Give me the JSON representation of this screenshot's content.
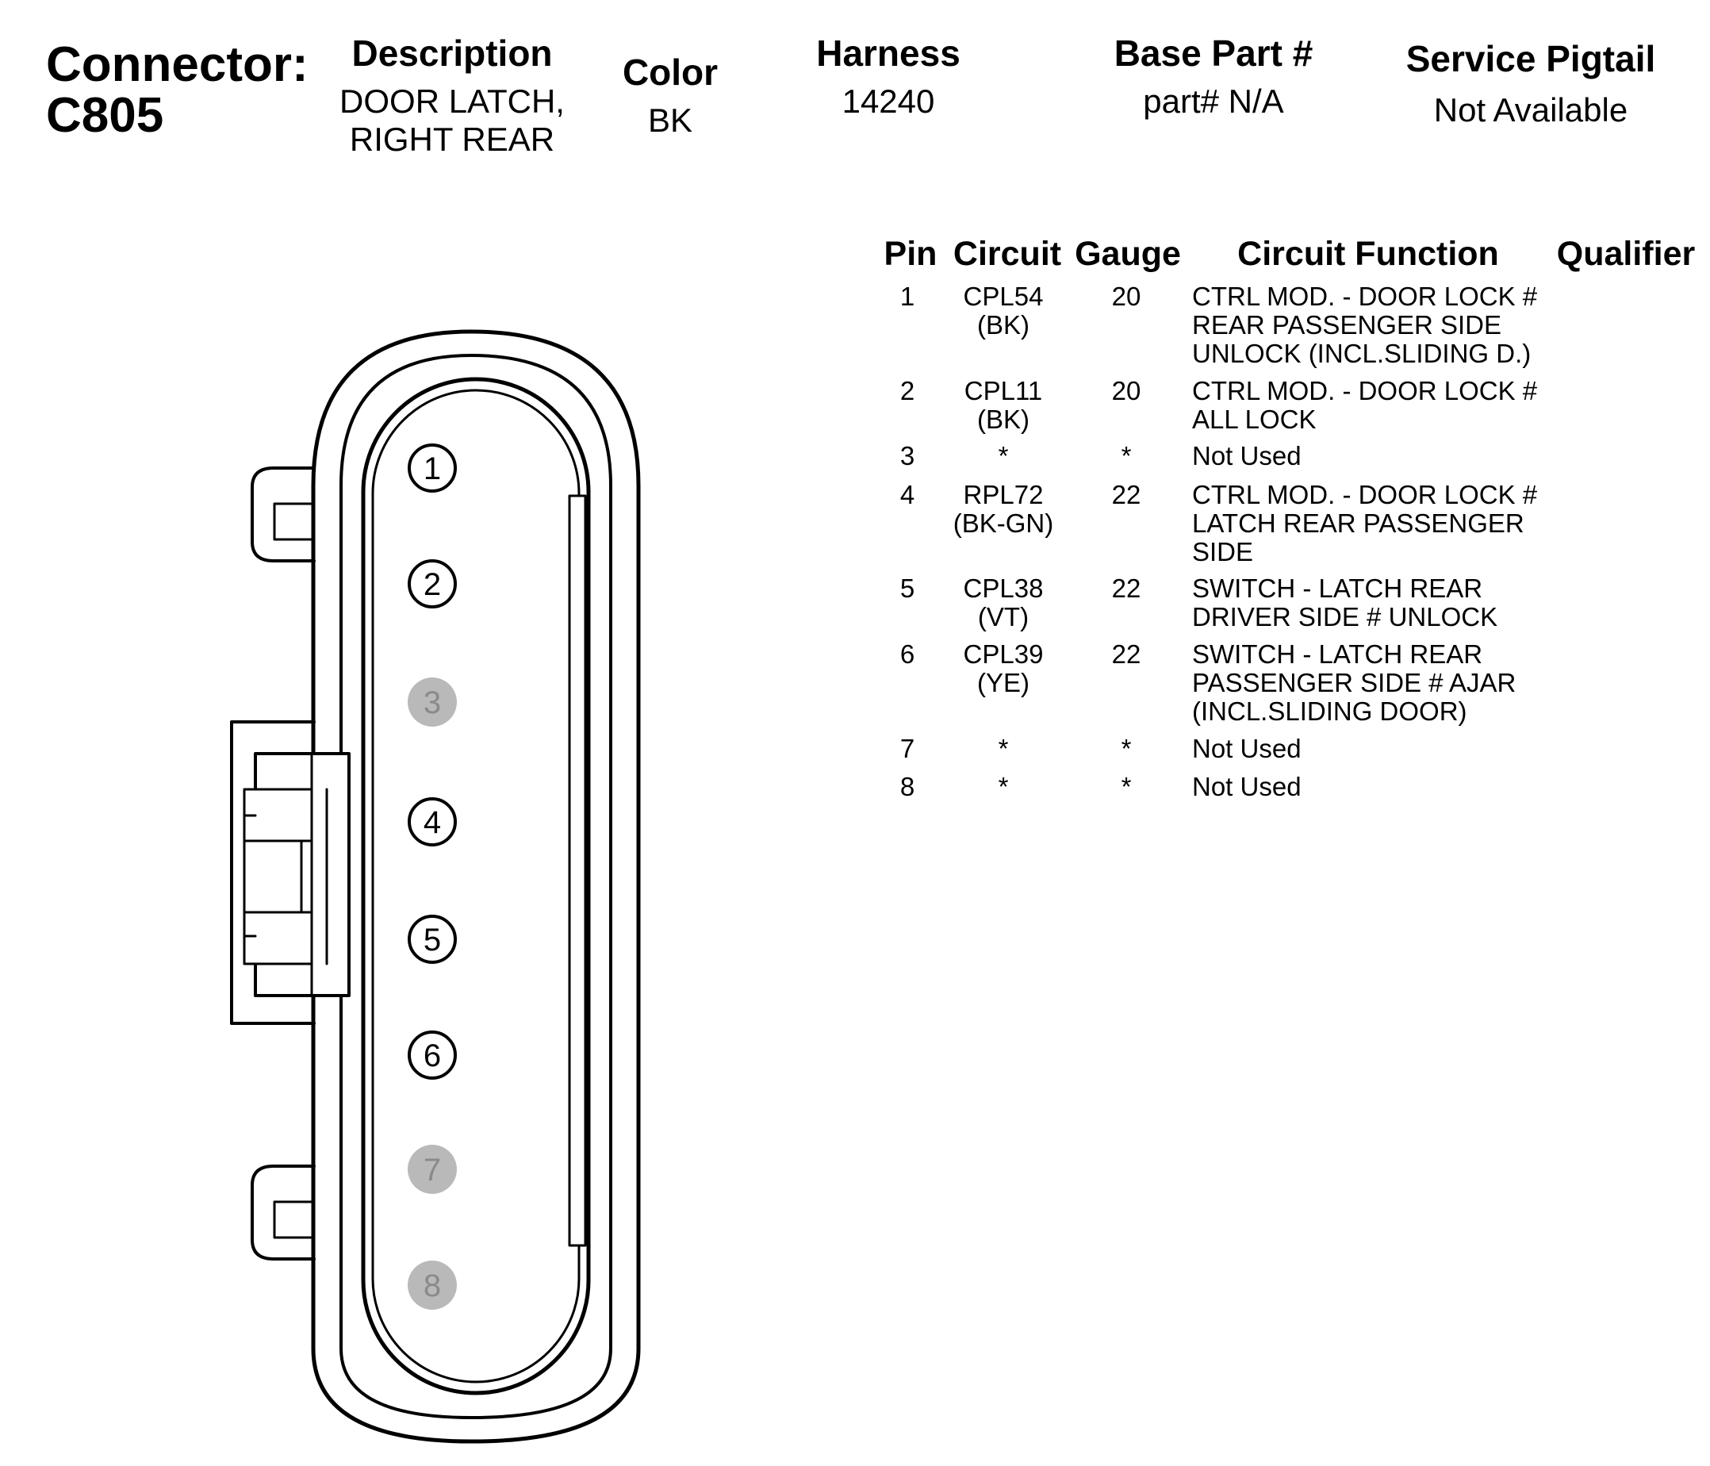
{
  "connector": {
    "label": "Connector:",
    "id": "C805"
  },
  "header": {
    "description_label": "Description",
    "description_lines": [
      "DOOR LATCH,",
      "RIGHT REAR"
    ],
    "color_label": "Color",
    "color_value": "BK",
    "harness_label": "Harness",
    "harness_value": "14240",
    "base_part_label": "Base Part #",
    "base_part_value": "part# N/A",
    "pigtail_label": "Service Pigtail",
    "pigtail_value": "Not Available"
  },
  "table": {
    "headers": [
      "Pin",
      "Circuit",
      "Gauge",
      "Circuit Function",
      "Qualifier"
    ],
    "rows": [
      {
        "pin": "1",
        "circuit": [
          "CPL54",
          "(BK)"
        ],
        "gauge": "20",
        "function": [
          "CTRL MOD. - DOOR LOCK #",
          "REAR PASSENGER SIDE",
          "UNLOCK (INCL.SLIDING D.)"
        ],
        "qualifier": ""
      },
      {
        "pin": "2",
        "circuit": [
          "CPL11",
          "(BK)"
        ],
        "gauge": "20",
        "function": [
          "CTRL MOD. - DOOR LOCK #",
          "ALL LOCK"
        ],
        "qualifier": ""
      },
      {
        "pin": "3",
        "circuit": [
          "*"
        ],
        "gauge": "*",
        "function": [
          "Not Used"
        ],
        "qualifier": ""
      },
      {
        "pin": "4",
        "circuit": [
          "RPL72",
          "(BK-GN)"
        ],
        "gauge": "22",
        "function": [
          "CTRL MOD. - DOOR LOCK #",
          "LATCH REAR PASSENGER",
          "SIDE"
        ],
        "qualifier": ""
      },
      {
        "pin": "5",
        "circuit": [
          "CPL38",
          "(VT)"
        ],
        "gauge": "22",
        "function": [
          "SWITCH - LATCH REAR",
          "DRIVER SIDE # UNLOCK"
        ],
        "qualifier": ""
      },
      {
        "pin": "6",
        "circuit": [
          "CPL39",
          "(YE)"
        ],
        "gauge": "22",
        "function": [
          "SWITCH - LATCH REAR",
          "PASSENGER SIDE # AJAR",
          "(INCL.SLIDING DOOR)"
        ],
        "qualifier": ""
      },
      {
        "pin": "7",
        "circuit": [
          "*"
        ],
        "gauge": "*",
        "function": [
          "Not Used"
        ],
        "qualifier": ""
      },
      {
        "pin": "8",
        "circuit": [
          "*"
        ],
        "gauge": "*",
        "function": [
          "Not Used"
        ],
        "qualifier": ""
      }
    ]
  },
  "diagram": {
    "pins": [
      {
        "number": "1",
        "used": true
      },
      {
        "number": "2",
        "used": true
      },
      {
        "number": "3",
        "used": false
      },
      {
        "number": "4",
        "used": true
      },
      {
        "number": "5",
        "used": true
      },
      {
        "number": "6",
        "used": true
      },
      {
        "number": "7",
        "used": false
      },
      {
        "number": "8",
        "used": false
      }
    ],
    "colors": {
      "used_fill": "#ffffff",
      "unused_fill": "#b9b9b9",
      "unused_text": "#8a8a8a",
      "line": "#000000"
    }
  }
}
